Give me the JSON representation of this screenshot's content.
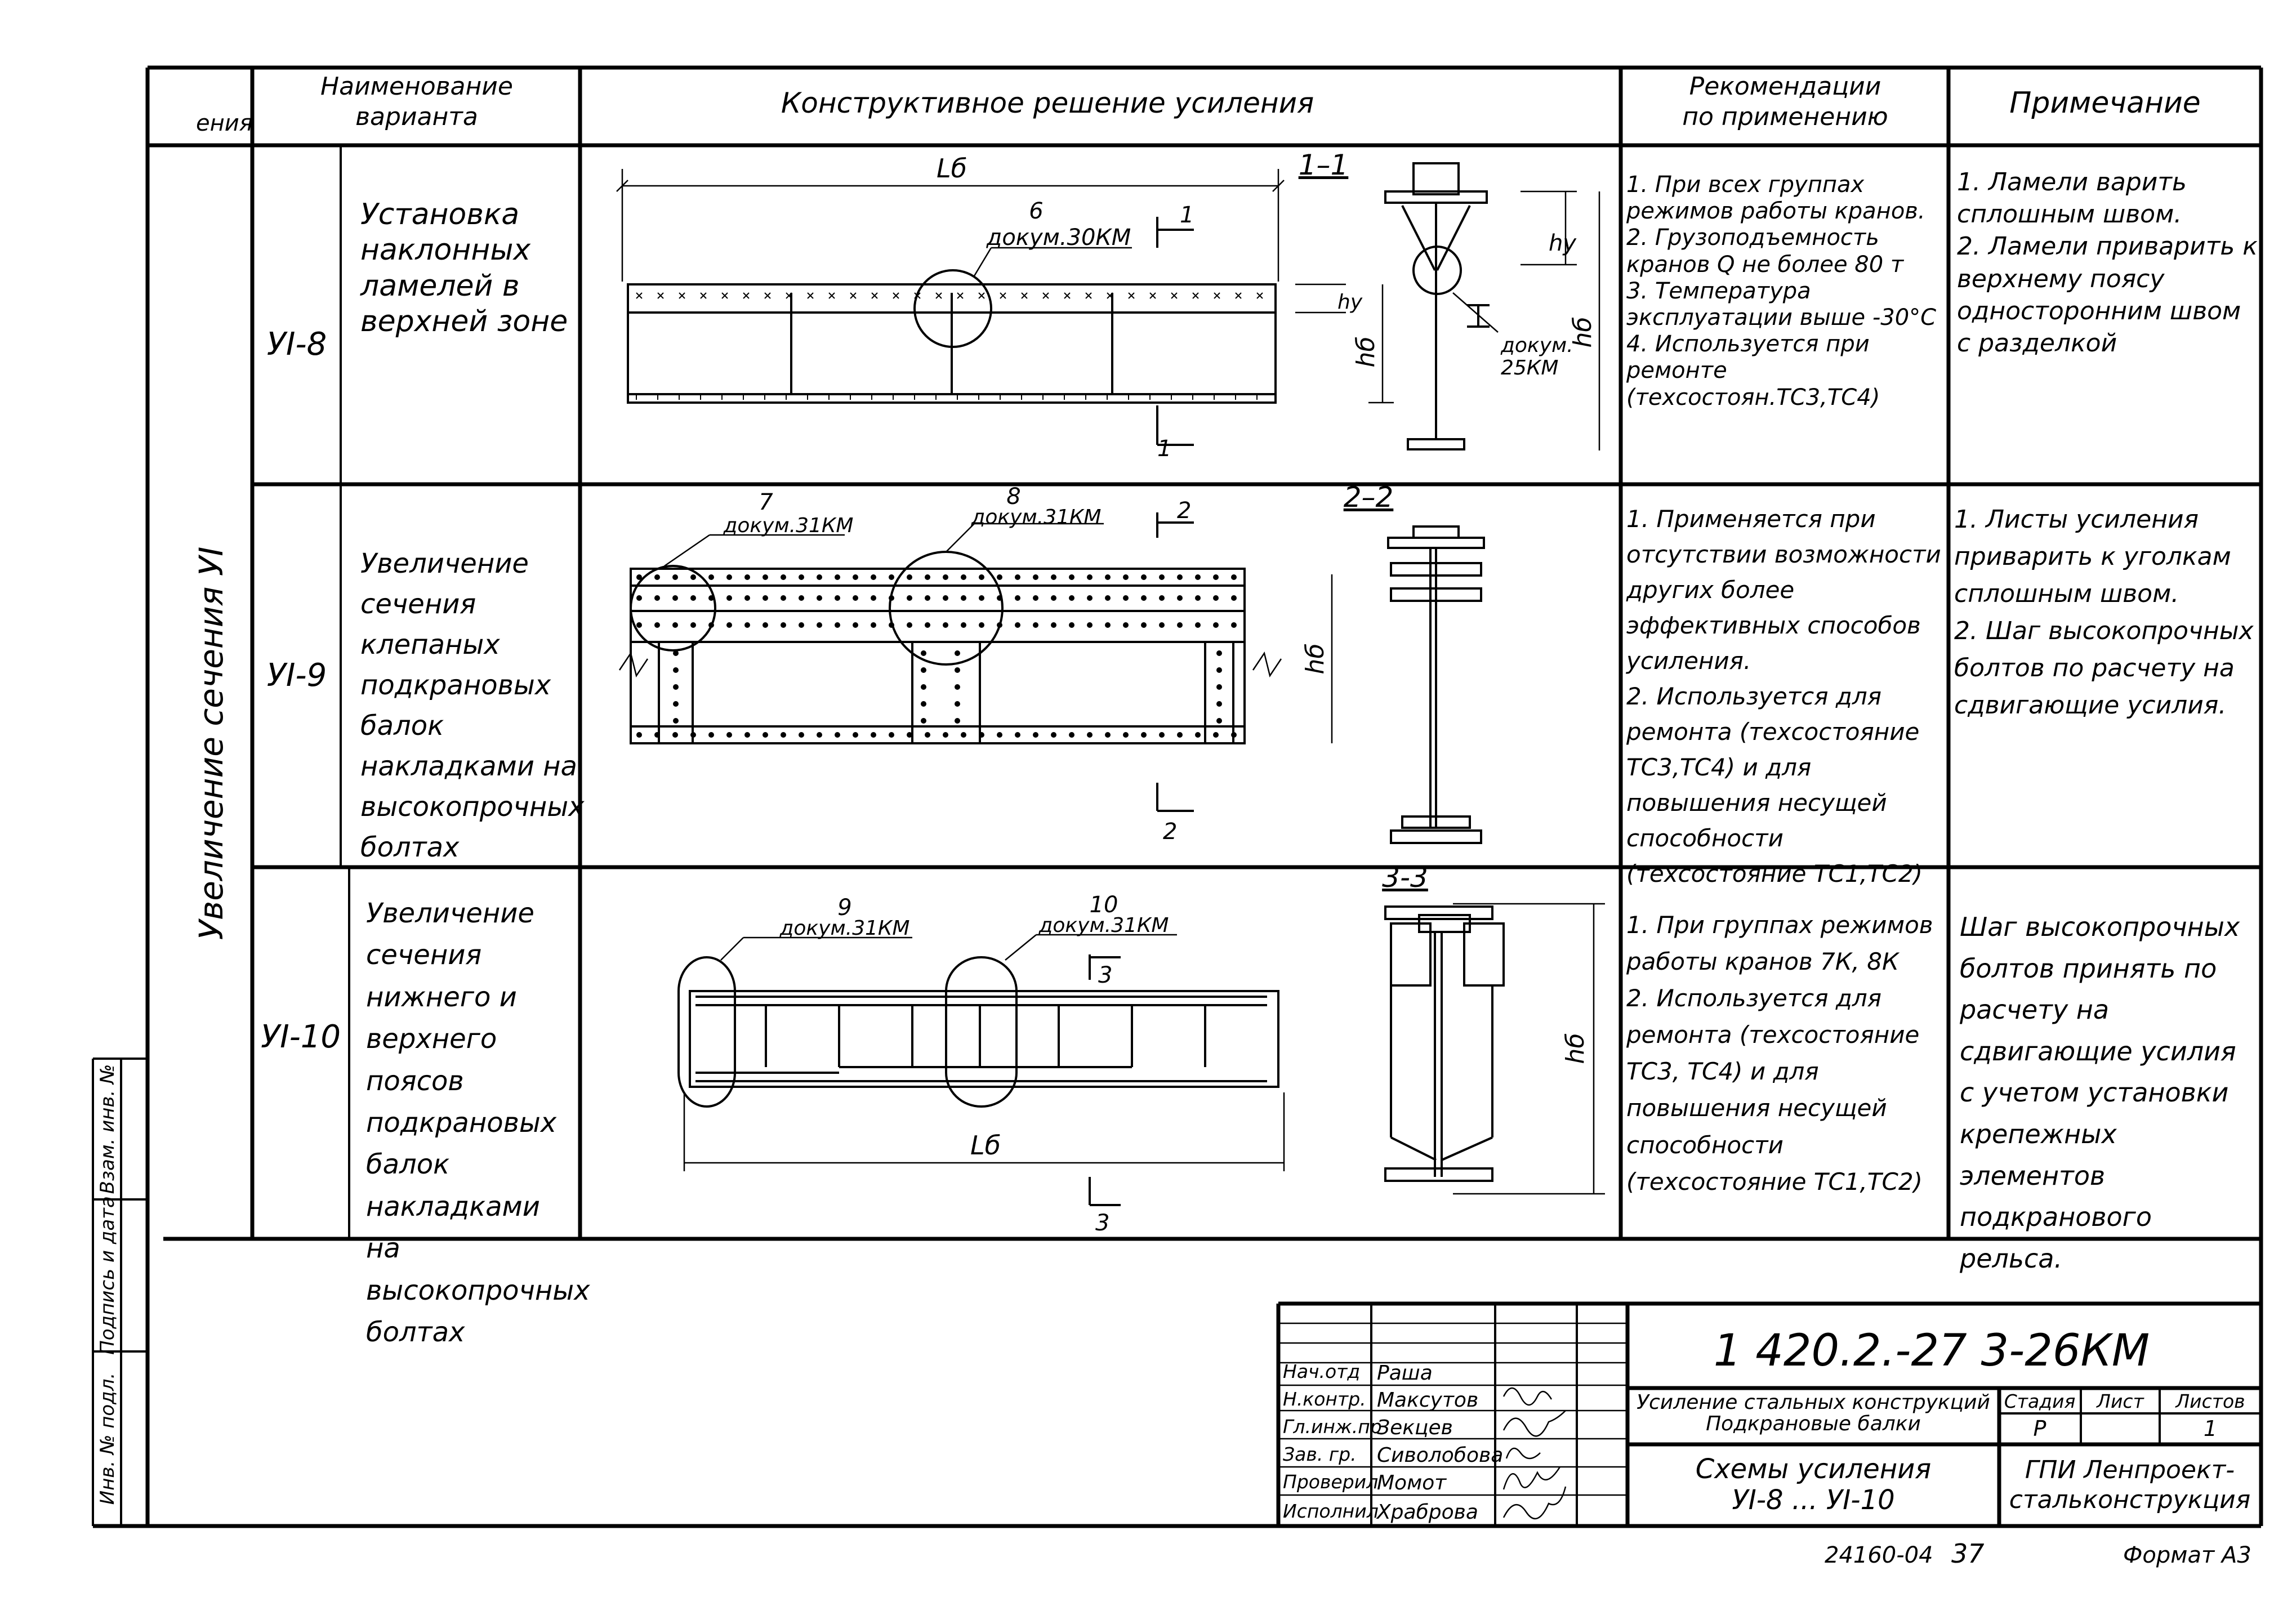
{
  "header": {
    "col0": "ения",
    "col1": "Наименование\nварианта",
    "col2": "Конструктивное решение усиления",
    "col3": "Рекомендации\nпо применению",
    "col4": "Примечание"
  },
  "group_label": "Увеличение сечения УI",
  "rows": [
    {
      "code": "УI-8",
      "name": "Установка наклонных ламелей в верхней зоне",
      "section": "1–1",
      "callouts": [
        {
          "num": "6",
          "doc": "докум.30КМ"
        }
      ],
      "labels": {
        "length": "Lб",
        "height": "hб",
        "hy": "hy",
        "doc": "докум.\n25КМ",
        "cut": "1"
      },
      "recommendations": "1. При всех группах режимов работы кранов.\n2. Грузоподъемность кранов Q не более 80 т\n3. Температура эксплуатации выше -30°С\n4. Используется при ремонте (техсостоян.ТС3,ТС4)",
      "notes": "1. Ламели варить сплошным швом.\n2. Ламели приварить к верхнему поясу односторонним швом с разделкой"
    },
    {
      "code": "УI-9",
      "name": "Увеличение сечения клепаных подкрановых балок накладками на высокопрочных болтах",
      "section": "2–2",
      "callouts": [
        {
          "num": "7",
          "doc": "докум.31КМ"
        },
        {
          "num": "8",
          "doc": "докум.31КМ"
        }
      ],
      "labels": {
        "height": "hб",
        "cut": "2"
      },
      "recommendations": "1. Применяется при отсутствии возможности других более эффективных способов усиления.\n2. Используется для ремонта (техсостояние ТС3,ТС4) и для повышения несущей способности (техсостояние ТС1,ТС2)",
      "notes": "1. Листы усиления приварить к уголкам сплошным швом.\n2. Шаг высокопрочных болтов по расчету на сдвигающие усилия."
    },
    {
      "code": "УI-10",
      "name": "Увеличение сечения нижнего и верхнего поясов подкрановых балок накладками на высокопрочных болтах",
      "section": "3-3",
      "callouts": [
        {
          "num": "9",
          "doc": "докум.31КМ"
        },
        {
          "num": "10",
          "doc": "докум.31КМ"
        }
      ],
      "labels": {
        "length": "Lб",
        "height": "hб",
        "cut": "3"
      },
      "recommendations": "1. При группах режимов работы кранов 7К, 8К\n2. Используется для ремонта (техсостояние ТС3, ТС4) и для повышения несущей способности (техсостояние ТС1,ТС2)",
      "notes": "Шаг высокопрочных болтов принять по расчету на сдвигающие усилия с учетом установки крепежных элементов подкранового рельса."
    }
  ],
  "side_stamp": {
    "inv_podl": "Инв. № подл.",
    "podpis": "Подпись и дата",
    "vzam": "Взам. инв. №"
  },
  "title_block": {
    "code": "1 420.2.-27 3-26КМ",
    "roles": [
      "Нач.отд",
      "Н.контр.",
      "Гл.инж.пр",
      "Зав. гр.",
      "Проверил",
      "Исполнил"
    ],
    "names": [
      "Раша",
      "Максутов",
      "Зекцев",
      "Сиволобова",
      "Момот",
      "Храброва"
    ],
    "project": "Усиление стальных конструкций\nПодкрановые балки",
    "stage_header": "Стадия",
    "sheet_header": "Лист",
    "sheets_header": "Листов",
    "stage": "Р",
    "sheet": "",
    "sheets": "1",
    "title": "Схемы усиления\nУI-8 ... УI-10",
    "org": "ГПИ Ленпроект-\nстальконструкция"
  },
  "footer": {
    "inv": "24160-04",
    "page": "37",
    "format": "Формат А3"
  }
}
